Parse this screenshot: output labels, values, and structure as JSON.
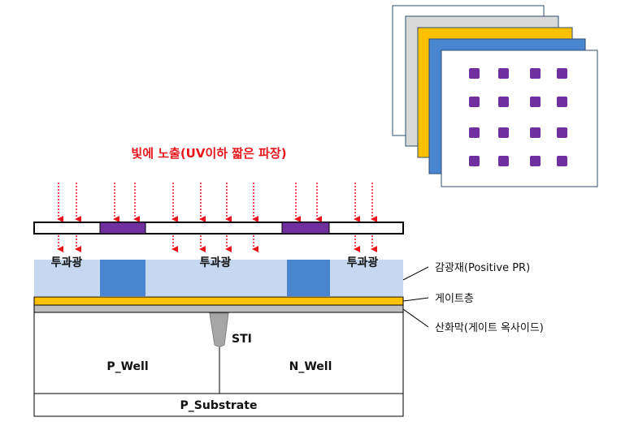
{
  "diagram": {
    "exposure_title": "빛에 노출(UV이하 짧은 파장)",
    "transmit_label_left": "투과광",
    "transmit_label_center": "투과광",
    "transmit_label_right": "투과광",
    "photoresist_label": "감광재(Positive PR)",
    "gate_layer_label": "게이트층",
    "oxide_label": "산화막(게이트 옥사이드)",
    "sti_label": "STI",
    "p_well_label": "P_Well",
    "n_well_label": "N_Well",
    "substrate_label": "P_Substrate"
  },
  "colors": {
    "arrow_red": "#e8141c",
    "mask_purple": "#7030a0",
    "photoresist_light": "#c5d8ef",
    "photoresist_dark": "#4a86d0",
    "gate_layer": "#ffc000",
    "oxide": "#bfbfbf",
    "sti": "#a6a6a6",
    "mask_stack_grey": "#d9d9d9",
    "mask_stack_gold": "#ffc000",
    "mask_stack_blue": "#4a86d0"
  },
  "icons": {
    "arrows": "dotted-down-arrow",
    "leaders": "leader-line"
  }
}
